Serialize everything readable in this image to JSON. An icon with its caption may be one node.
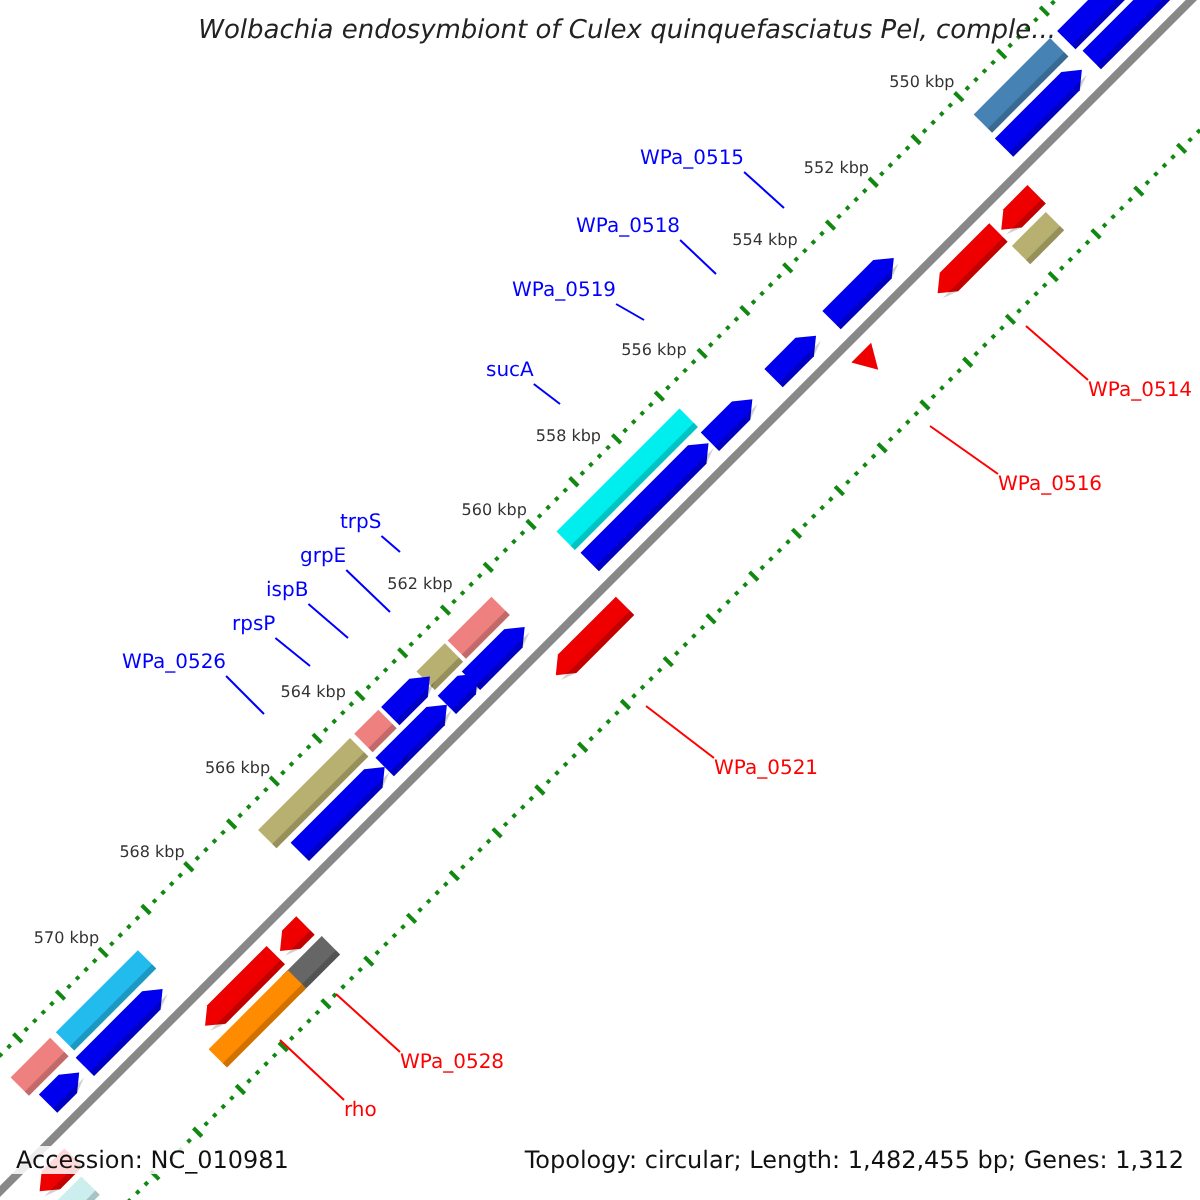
{
  "diagram": {
    "title": "Wolbachia endosymbiont of Culex quinquefasciatus Pel, comple...",
    "nodes": [
      {
        "text": [
          "WPa_0515"
        ]
      },
      {
        "text": [
          "WPa_0518"
        ]
      },
      {
        "text": [
          "WPa_0519"
        ]
      },
      {
        "text": [
          "sucA"
        ]
      },
      {
        "text": [
          "trpS"
        ]
      },
      {
        "text": [
          "grpE"
        ]
      },
      {
        "text": [
          "ispB"
        ]
      },
      {
        "text": [
          "rpsP"
        ]
      },
      {
        "text": [
          "WPa_0526"
        ]
      },
      {
        "text": [
          "WPa_0514"
        ]
      },
      {
        "text": [
          "WPa_0516"
        ]
      },
      {
        "text": [
          "WPa_0521"
        ]
      },
      {
        "text": [
          "WPa_0528"
        ]
      },
      {
        "text": [
          "rho"
        ]
      }
    ],
    "edges": [
      {
        "from": 0,
        "to": null,
        "arrow": "none"
      },
      {
        "from": 1,
        "to": null,
        "arrow": "none"
      },
      {
        "from": 2,
        "to": null,
        "arrow": "none"
      },
      {
        "from": 3,
        "to": null,
        "arrow": "none"
      },
      {
        "from": 4,
        "to": null,
        "arrow": "none"
      },
      {
        "from": 5,
        "to": null,
        "arrow": "none"
      },
      {
        "from": 6,
        "to": null,
        "arrow": "none"
      },
      {
        "from": 7,
        "to": null,
        "arrow": "none"
      },
      {
        "from": 8,
        "to": null,
        "arrow": "none"
      },
      {
        "from": 9,
        "to": null,
        "arrow": "none",
        "color": "#ff0000"
      },
      {
        "from": 10,
        "to": null,
        "arrow": "none",
        "color": "#ff0000"
      },
      {
        "from": 11,
        "to": null,
        "arrow": "none",
        "color": "#ff0000"
      },
      {
        "from": 12,
        "to": null,
        "arrow": "none",
        "color": "#ff0000"
      },
      {
        "from": 13,
        "to": null,
        "arrow": "none",
        "color": "#ff0000"
      }
    ],
    "labels": [
      "550 kbp",
      "552 kbp",
      "554 kbp",
      "556 kbp",
      "558 kbp",
      "560 kbp",
      "562 kbp",
      "564 kbp",
      "566 kbp",
      "568 kbp",
      "570 kbp",
      "Accession: NC_010981",
      "Topology: circular; Length: 1,482,455 bp; Genes: 1,312"
    ]
  }
}
